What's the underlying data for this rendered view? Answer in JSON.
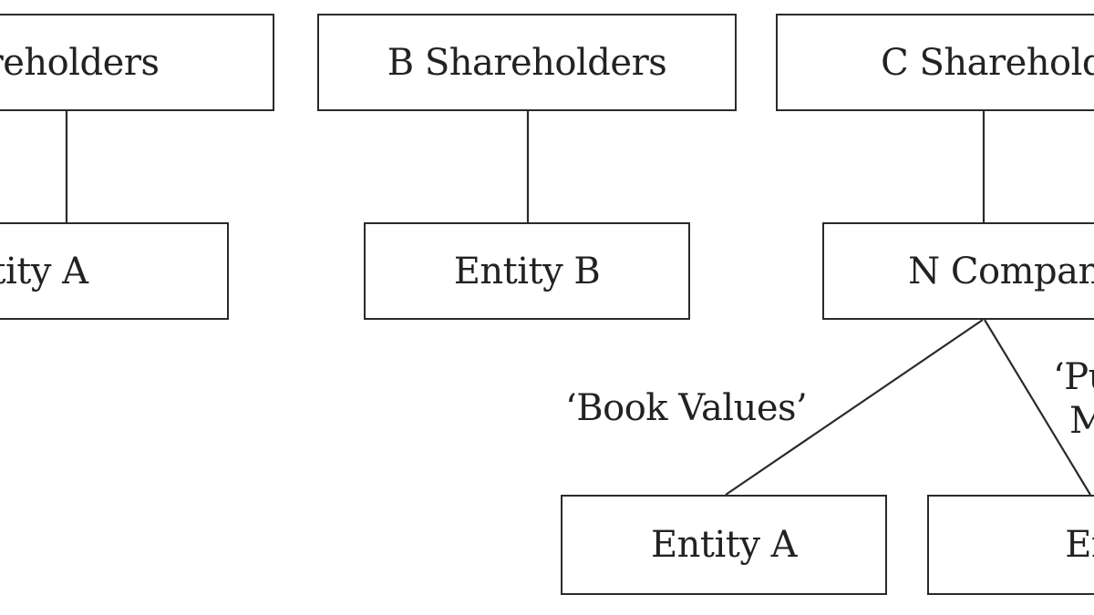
{
  "diagram": {
    "nodes": {
      "a_shareholders": "A Shareholders",
      "b_shareholders": "B Shareholders",
      "c_shareholders": "C Shareholders",
      "entity_a_top": "Entity A",
      "entity_b_top": "Entity B",
      "n_company": "N Company",
      "entity_a_bottom": "Entity A",
      "entity_b_bottom": "Entity B"
    },
    "edge_labels": {
      "book_values": "‘Book Values’",
      "public_market_line1": "‘Pu",
      "public_market_line2": "M"
    },
    "colors": {
      "line": "#2a2a2a",
      "text": "#222222",
      "background": "#ffffff"
    }
  }
}
